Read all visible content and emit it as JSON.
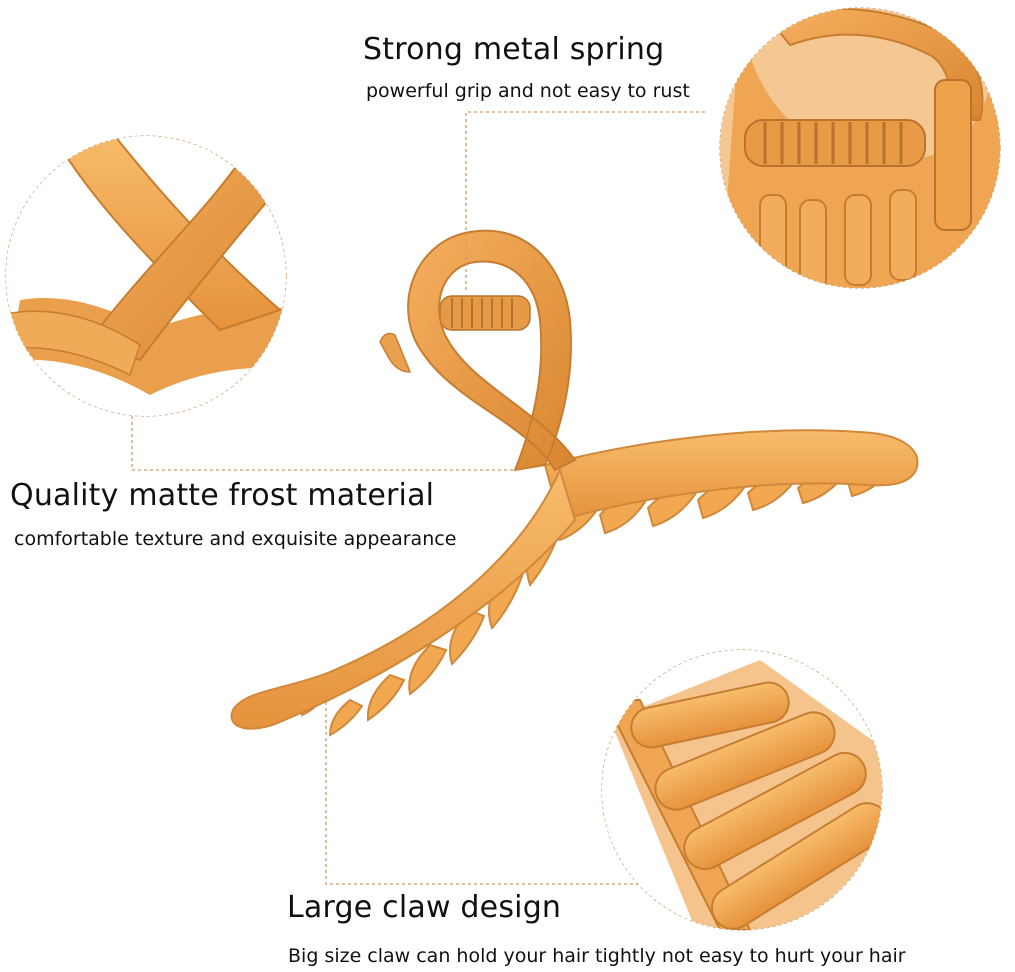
{
  "features": {
    "spring": {
      "title": "Strong metal spring",
      "subtitle": "powerful grip and not easy to rust"
    },
    "material": {
      "title": "Quality matte frost material",
      "subtitle": "comfortable texture and exquisite appearance"
    },
    "claw": {
      "title": "Large claw design",
      "subtitle": "Big size claw can hold your hair tightly not easy to hurt your hair"
    }
  },
  "colors": {
    "product": "#F0A24A",
    "product_light": "#F6B764",
    "product_dark": "#C97C2E",
    "leader_line": "#C99A6A"
  },
  "images": [
    "hair-claw-clip-product",
    "detail-crossover-loop",
    "detail-metal-spring",
    "detail-claw-teeth"
  ]
}
